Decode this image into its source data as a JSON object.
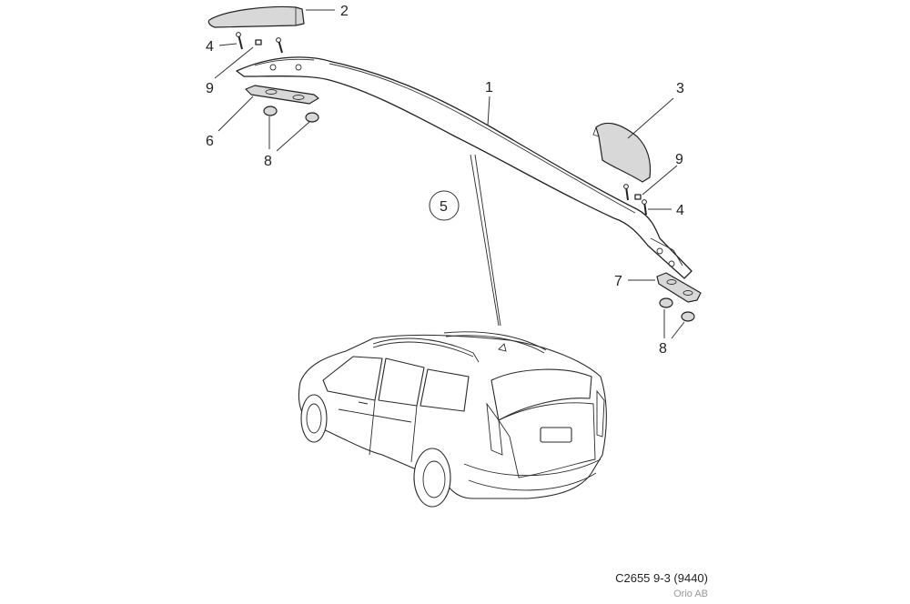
{
  "callouts": {
    "c1": "1",
    "c2": "2",
    "c3": "3",
    "c4a": "4",
    "c4b": "4",
    "c5": "5",
    "c6": "6",
    "c7": "7",
    "c8a": "8",
    "c8b": "8",
    "c9a": "9",
    "c9b": "9"
  },
  "footer": {
    "reference": "C2655 9-3 (9440)",
    "owner": "Orio AB"
  }
}
